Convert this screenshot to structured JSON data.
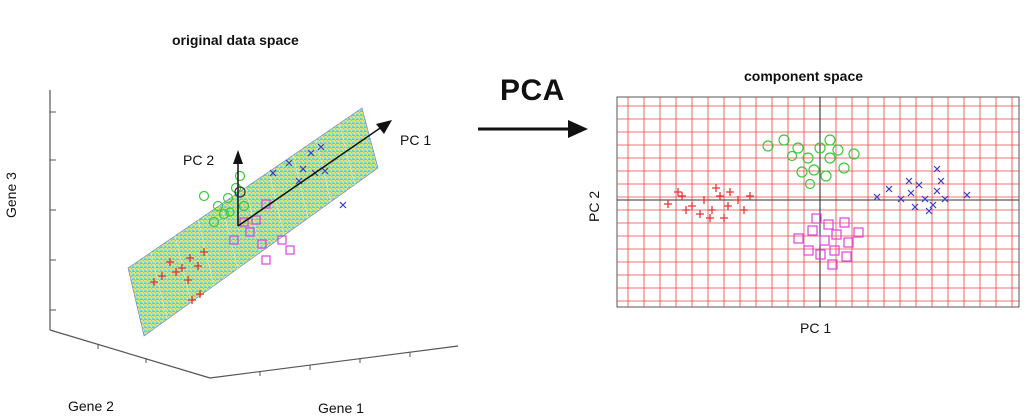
{
  "left_panel": {
    "title": "original data space",
    "x_axis_label": "Gene 1",
    "y_axis_label": "Gene 3",
    "z_axis_label": "Gene 2",
    "pc1_label": "PC 1",
    "pc2_label": "PC 2"
  },
  "transition": {
    "label": "PCA"
  },
  "right_panel": {
    "title": "component space",
    "x_axis_label": "PC 1",
    "y_axis_label": "PC 2"
  },
  "colors": {
    "grid_red": "#ee4444",
    "cluster_red": "#e63232",
    "cluster_green": "#3cc83c",
    "cluster_magenta": "#e040e0",
    "cluster_blue": "#3a3ad0"
  },
  "clusters": [
    {
      "name": "red",
      "marker": "plus"
    },
    {
      "name": "green",
      "marker": "circle"
    },
    {
      "name": "magenta",
      "marker": "square"
    },
    {
      "name": "blue",
      "marker": "cross"
    }
  ]
}
